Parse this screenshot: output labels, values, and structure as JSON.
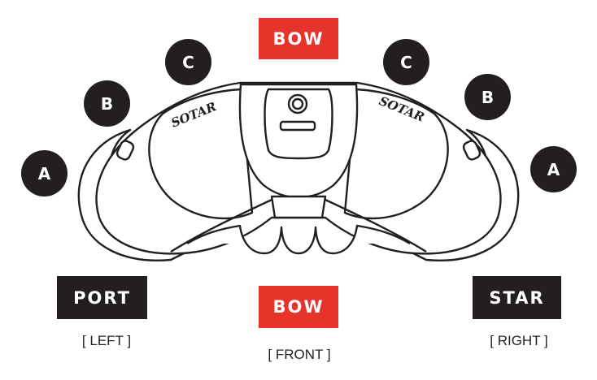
{
  "labels": {
    "bow_top": "BOW",
    "bow_bottom": "BOW",
    "port": "PORT",
    "starboard": "STAR",
    "left_sub": "[ LEFT ]",
    "front_sub": "[ FRONT ]",
    "right_sub": "[ RIGHT ]"
  },
  "chambers": {
    "left_a": "A",
    "left_b": "B",
    "left_c": "C",
    "right_c": "C",
    "right_b": "B",
    "right_a": "A"
  },
  "brand": {
    "left_text": "SOTAR",
    "right_text": "SOTAR"
  },
  "colors": {
    "bow_red": "#e8322c",
    "side_black": "#231f20",
    "circle_black": "#231f20",
    "outline": "#231f20"
  }
}
